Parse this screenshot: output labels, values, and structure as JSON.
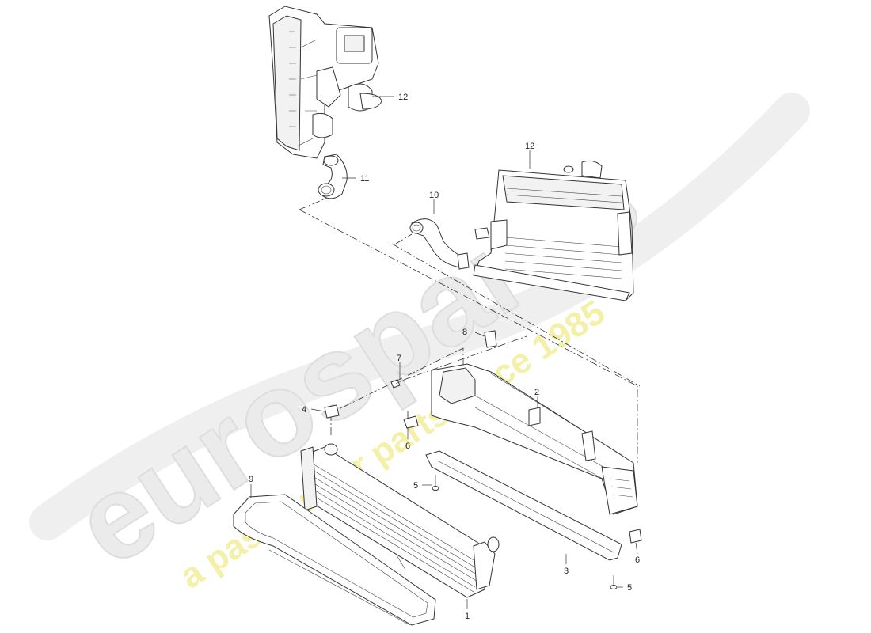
{
  "watermark": {
    "brand": "eurospares",
    "tagline": "a passion for parts since 1985",
    "brand_color": "#e6e6e6",
    "tagline_color": "#f2ee9a"
  },
  "callouts": {
    "c1": "1",
    "c2": "2",
    "c3": "3",
    "c4": "4",
    "c5a": "5",
    "c5b": "5",
    "c6a": "6",
    "c6b": "6",
    "c7": "7",
    "c8": "8",
    "c9": "9",
    "c10": "10",
    "c11": "11",
    "c12a": "12",
    "c12b": "12"
  }
}
